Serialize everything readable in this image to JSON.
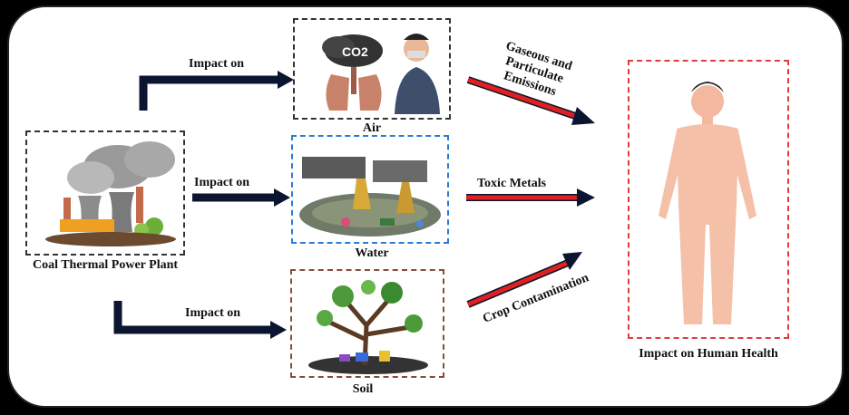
{
  "source": {
    "label": "Coal Thermal Power Plant"
  },
  "impacts": [
    {
      "id": "air",
      "arrow_label": "Impact on",
      "label": "Air"
    },
    {
      "id": "water",
      "arrow_label": "Impact on",
      "label": "Water"
    },
    {
      "id": "soil",
      "arrow_label": "Impact on",
      "label": "Soil"
    }
  ],
  "pathways": [
    {
      "label": "Gaseous and Particulate Emissions"
    },
    {
      "label": "Toxic Metals"
    },
    {
      "label": "Crop Contamination"
    }
  ],
  "target": {
    "label": "Impact on Human Health"
  },
  "icons": {
    "co2_text": "CO2"
  },
  "colors": {
    "dark_arrow": "#0b1530",
    "red_arrow": "#e02020",
    "blue_box": "#2b7bd6",
    "red_box": "#e03c3c",
    "brown_box": "#8a4a3a"
  }
}
